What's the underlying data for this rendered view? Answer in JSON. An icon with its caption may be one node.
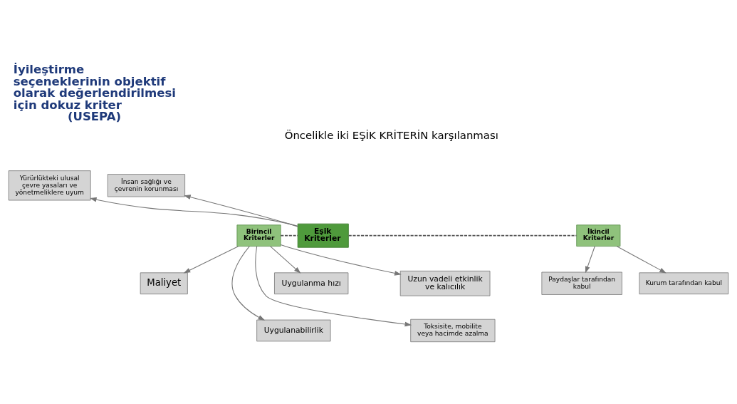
{
  "diagram": {
    "title": "İyileştirme seçeneklerinin objektif olarak değerlendirilmesi için dokuz kriter (USEPA)",
    "nodes": [
      {
        "text": [
          "Yürürlükteki ulusal çevre yasaları ve yönetmeliklere uyum"
        ]
      },
      {
        "text": [
          "İnsan sağlığı ve çevrenin korunması"
        ]
      },
      {
        "text": [
          "Birincil Kriterler"
        ]
      },
      {
        "text": [
          "Eşik Kriterler"
        ]
      },
      {
        "text": [
          "İkincil Kriterler"
        ]
      },
      {
        "text": [
          "Maliyet"
        ]
      },
      {
        "text": [
          "Uygulanabilirlik"
        ]
      },
      {
        "text": [
          "Uygulanma hızı"
        ]
      },
      {
        "text": [
          "Toksisite, mobilite veya hacimde azalma"
        ]
      },
      {
        "text": [
          "Uzun vadeli etkinlik ve kalıcılık"
        ]
      },
      {
        "text": [
          "Paydaşlar tarafından kabul"
        ]
      },
      {
        "text": [
          "Kurum tarafından kabul"
        ]
      }
    ],
    "edges": [
      {
        "from": 3,
        "to": 0,
        "arrow": "to"
      },
      {
        "from": 3,
        "to": 1,
        "arrow": "to"
      },
      {
        "from": 2,
        "to": 3,
        "arrow": "none",
        "style": "dashed",
        "color": "#555555"
      },
      {
        "from": 3,
        "to": 4,
        "arrow": "none",
        "style": "dashed",
        "color": "#555555"
      },
      {
        "from": 2,
        "to": 5,
        "arrow": "to"
      },
      {
        "from": 2,
        "to": 6,
        "arrow": "to"
      },
      {
        "from": 2,
        "to": 7,
        "arrow": "to"
      },
      {
        "from": 2,
        "to": 8,
        "arrow": "to"
      },
      {
        "from": 2,
        "to": 9,
        "arrow": "to"
      },
      {
        "from": 4,
        "to": 10,
        "arrow": "to"
      },
      {
        "from": 4,
        "to": 11,
        "arrow": "to"
      }
    ],
    "labels": [
      "Öncelikle iki EŞİK KRİTERİN karşılanması"
    ]
  }
}
